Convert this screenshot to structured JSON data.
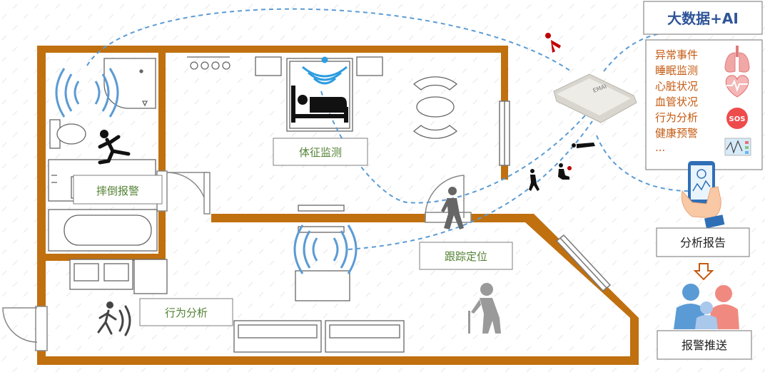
{
  "zones": {
    "fall": "摔倒报警",
    "vitals": "体征监测",
    "tracking": "跟踪定位",
    "behavior": "行为分析"
  },
  "panel": {
    "title": "大数据+AI",
    "items": [
      "异常事件",
      "睡眠监测",
      "心脏状况",
      "血管状况",
      "行为分析",
      "健康预警",
      "..."
    ],
    "sos_label": "SOS"
  },
  "device": {
    "brand": "EMAI"
  },
  "flow": {
    "report": "分析报告",
    "push": "报警推送"
  },
  "colors": {
    "wall": "#c0700f",
    "dash": "#5b9bd5",
    "box_border": "#7f7f7f",
    "zone_text": "#548235",
    "title_text": "#2f5597",
    "panel_text": "#c55a11"
  }
}
